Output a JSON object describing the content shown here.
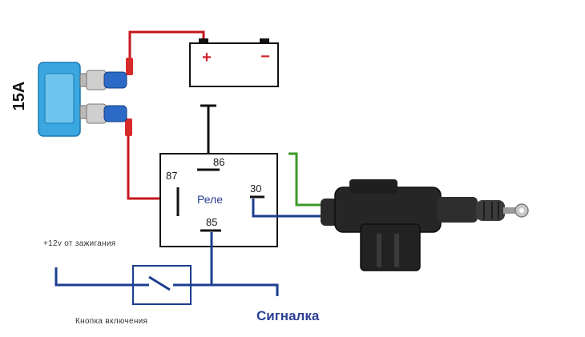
{
  "fuse": {
    "rating": "15A"
  },
  "battery": {
    "plus": "+",
    "minus": "−"
  },
  "relay": {
    "label": "Реле",
    "pin_86": "86",
    "pin_87": "87",
    "pin_30": "30",
    "pin_85": "85"
  },
  "labels": {
    "ignition": "+12v от зажигания",
    "button": "Кнопка включения",
    "alarm": "Сигналка"
  },
  "colors": {
    "wire_red": "#c4161c",
    "wire_black": "#111111",
    "wire_blue": "#1b3e8f",
    "wire_green": "#3c9a2a",
    "fuse_body": "#3aa7e0",
    "accent_red": "#d2232a",
    "accent_blue": "#2b3f95"
  }
}
